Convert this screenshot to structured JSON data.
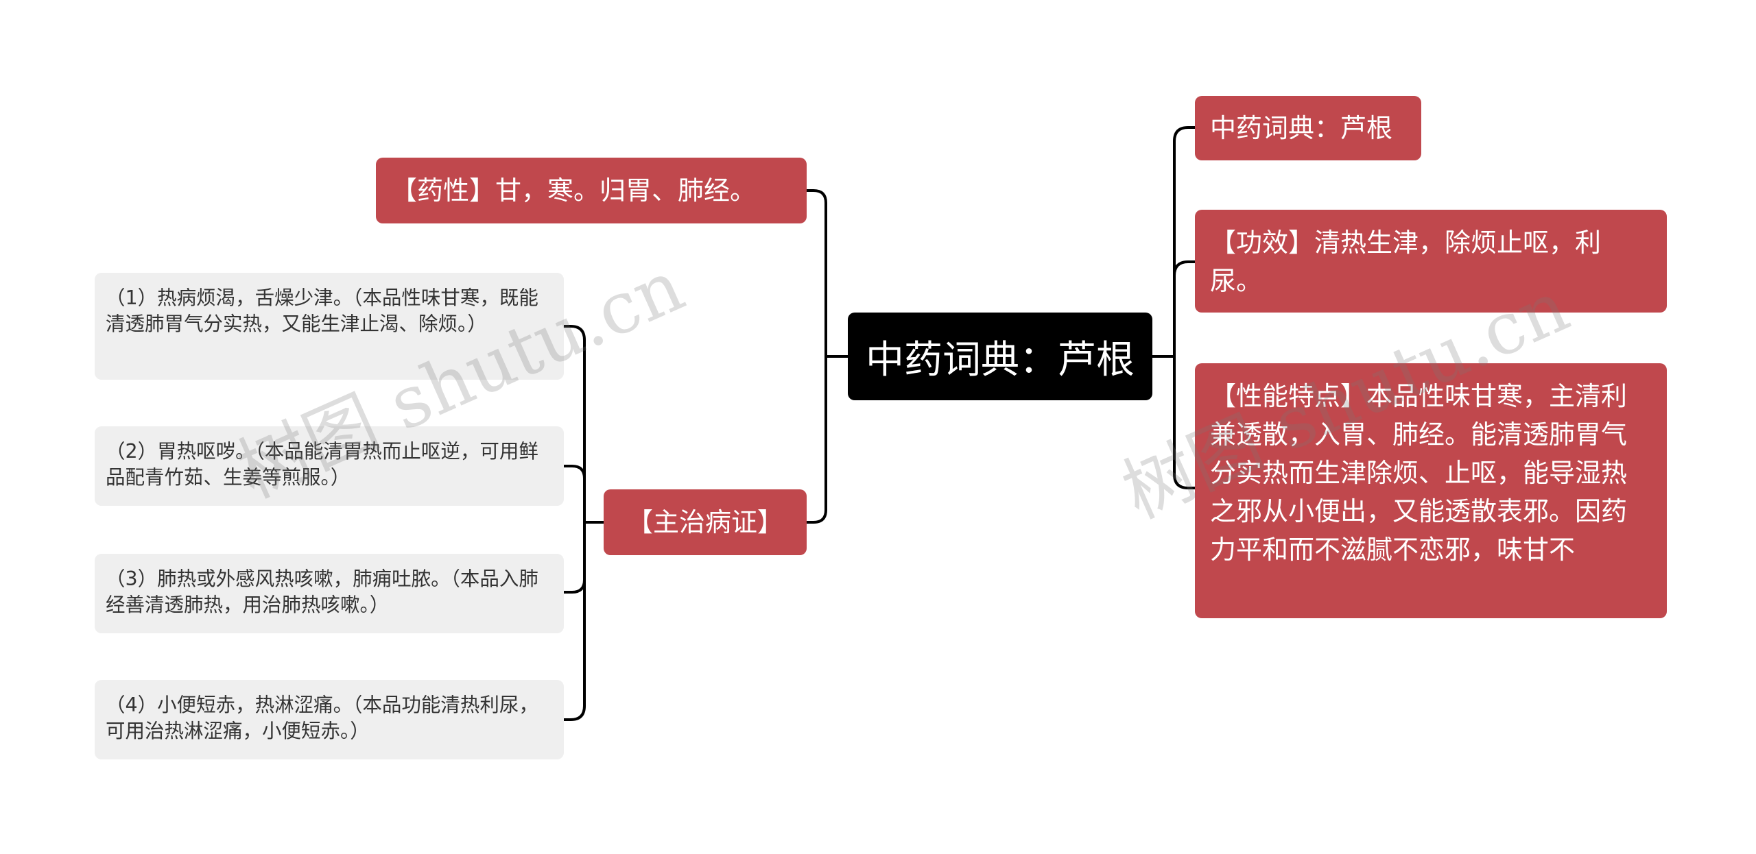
{
  "root": {
    "label": "中药词典：芦根"
  },
  "right_branches": [
    {
      "label": "中药词典：芦根"
    },
    {
      "label": "【功效】清热生津，除烦止呕，利尿。"
    },
    {
      "label": "【性能特点】本品性味甘寒，主清利兼透散，入胃、肺经。能清透肺胃气分实热而生津除烦、止呕，能导湿热之邪从小便出，又能透散表邪。因药力平和而不滋腻不恋邪，味甘不"
    }
  ],
  "left_branches": {
    "property": {
      "label": "【药性】甘，寒。归胃、肺经。"
    },
    "indications": {
      "label": "【主治病证】",
      "items": [
        {
          "label": "（1）热病烦渴，舌燥少津。（本品性味甘寒，既能清透肺胃气分实热，又能生津止渴、除烦。）"
        },
        {
          "label": "（2）胃热呕哕。（本品能清胃热而止呕逆，可用鲜品配青竹茹、生姜等煎服。）"
        },
        {
          "label": "（3）肺热或外感风热咳嗽，肺痈吐脓。（本品入肺经善清透肺热，用治肺热咳嗽。）"
        },
        {
          "label": "（4）小便短赤，热淋涩痛。（本品功能清热利尿，可用治热淋涩痛，小便短赤。）"
        }
      ]
    }
  },
  "watermarks": [
    "树图 shutu.cn",
    "树图 shutu.cn"
  ],
  "colors": {
    "root_bg": "#000000",
    "branch_bg": "#c0484d",
    "leaf_bg": "#efefef",
    "connector": "#000000"
  }
}
